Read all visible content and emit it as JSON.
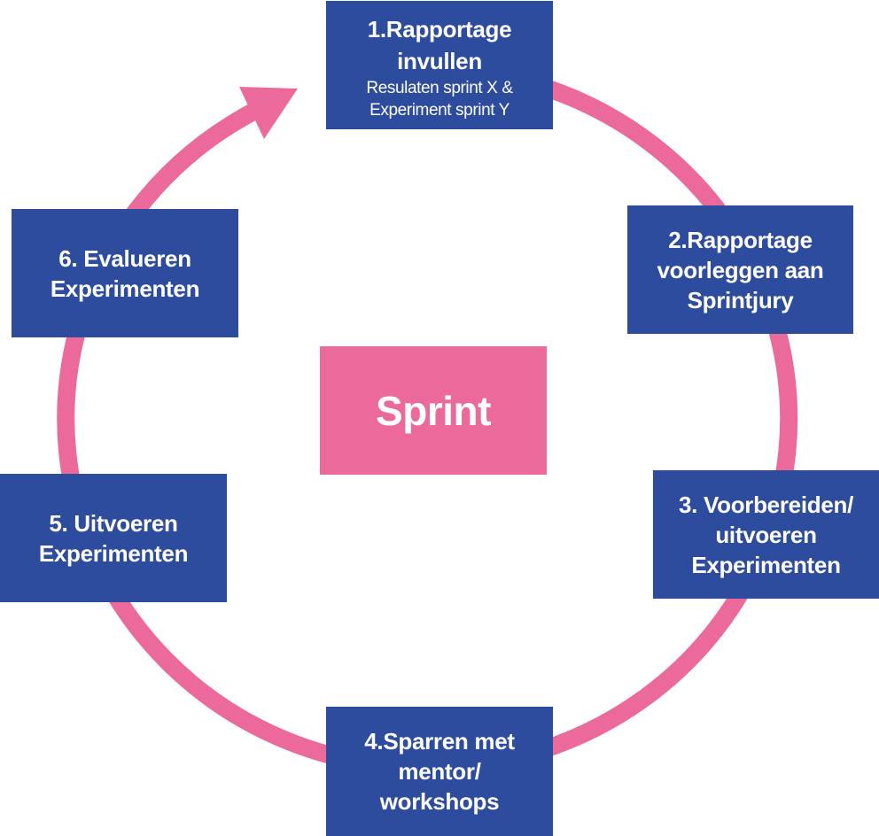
{
  "colors": {
    "box": "#2E4C9E",
    "ring": "#EC6A9B",
    "center": "#EC6A9B",
    "text": "#FFFFFF"
  },
  "center": {
    "label": "Sprint"
  },
  "steps": [
    {
      "lines": [
        "1.Rapportage",
        "invullen"
      ],
      "sub": [
        "Resulaten sprint X &",
        "Experiment sprint Y"
      ]
    },
    {
      "lines": [
        "2.Rapportage",
        "voorleggen aan",
        "Sprintjury"
      ]
    },
    {
      "lines": [
        "3. Voorbereiden/",
        "uitvoeren",
        "Experimenten"
      ]
    },
    {
      "lines": [
        "4.Sparren met",
        "mentor/",
        "workshops"
      ]
    },
    {
      "lines": [
        "5. Uitvoeren",
        "Experimenten"
      ]
    },
    {
      "lines": [
        "6. Evalueren",
        "Experimenten"
      ]
    }
  ]
}
